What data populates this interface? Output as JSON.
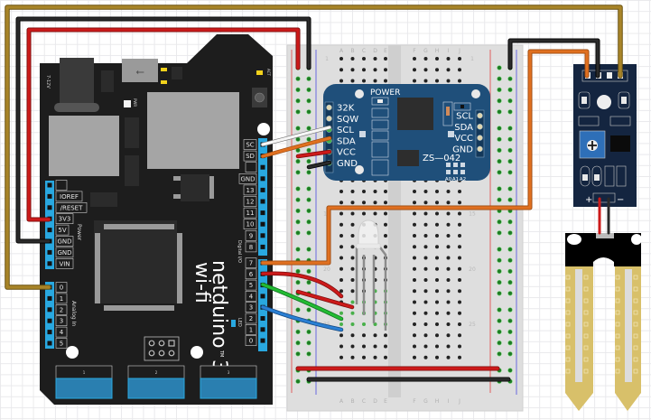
{
  "diagram": {
    "title": "Netduino 3 WiFi with DS3231 RTC, RGB LED and soil moisture sensor",
    "colors": {
      "board": "#1d1d1d",
      "header": "#29a8e0",
      "rtc_board": "#1f4f7a",
      "sensor_board": "#142540",
      "probe": "#d8c06a",
      "breadboard": "#dcdcdc",
      "wire_red": "#cc1a1a",
      "wire_black": "#1a1a1a",
      "wire_brown": "#a07c22",
      "wire_orange": "#e07020",
      "wire_white": "#f4f4f4",
      "wire_green": "#22bb33",
      "wire_blue": "#2a7fd4"
    }
  },
  "netduino": {
    "brand": "netduino",
    "model": "3",
    "tm": "TM",
    "subtitle": "wi-fi",
    "power_jack_label": "7-12V",
    "pwr_led_label": "PWR",
    "act_led_label": "ACT",
    "led_label": "LED",
    "power_group_label": "Power",
    "analog_group_label": "Analog In",
    "digital_group_label": "Digital I/O",
    "power_pins": [
      "",
      "IOREF",
      "/RESET",
      "3V3",
      "5V",
      "GND",
      "GND",
      "VIN"
    ],
    "analog_pins": [
      "0",
      "1",
      "2",
      "3",
      "4",
      "5"
    ],
    "digital_upper_pins": [
      "SC",
      "SD",
      "",
      "GND",
      "13",
      "12",
      "11",
      "10",
      "9",
      "8"
    ],
    "digital_lower_pins": [
      "7",
      "6",
      "5",
      "4",
      "3",
      "2",
      "1",
      "0"
    ],
    "gobus_ports": [
      "1",
      "2",
      "3"
    ]
  },
  "breadboard": {
    "columns_left": [
      "A",
      "B",
      "C",
      "D",
      "E"
    ],
    "columns_right": [
      "F",
      "G",
      "H",
      "I",
      "J"
    ],
    "row_markers": [
      "1",
      "5",
      "10",
      "15",
      "20",
      "25",
      "30"
    ],
    "rows": 30
  },
  "rtc_module": {
    "model": "ZS—042",
    "power_label": "POWER",
    "left_pins": [
      "32K",
      "SQW",
      "SCL",
      "SDA",
      "VCC",
      "GND"
    ],
    "right_pins": [
      "SCL",
      "SDA",
      "VCC",
      "GND"
    ],
    "address_pads": [
      "A0",
      "A1",
      "A2"
    ]
  },
  "moisture_sensor": {
    "plus_label": "+",
    "minus_label": "−"
  },
  "connections": [
    {
      "from": "Netduino 3V3",
      "to": "Breadboard left + rail",
      "color": "red"
    },
    {
      "from": "Netduino GND",
      "to": "Breadboard left − rail",
      "color": "black"
    },
    {
      "from": "Netduino A0",
      "to": "Sensor module AO",
      "color": "brown"
    },
    {
      "from": "Netduino SC",
      "to": "RTC SCL",
      "color": "white"
    },
    {
      "from": "Netduino SD",
      "to": "RTC SDA",
      "color": "orange"
    },
    {
      "from": "Breadboard + rail",
      "to": "RTC VCC",
      "color": "red"
    },
    {
      "from": "Breadboard − rail",
      "to": "RTC GND",
      "color": "black"
    },
    {
      "from": "Netduino D7",
      "to": "Sensor module DO",
      "color": "orange"
    },
    {
      "from": "Netduino D6",
      "to": "RGB LED red",
      "color": "red"
    },
    {
      "from": "Netduino D5",
      "to": "RGB LED green",
      "color": "green"
    },
    {
      "from": "Netduino D3",
      "to": "RGB LED blue",
      "color": "blue"
    },
    {
      "from": "Breadboard right − rail",
      "to": "Sensor module GND",
      "color": "black"
    },
    {
      "from": "Sensor module +",
      "to": "Probe",
      "color": "red"
    },
    {
      "from": "Sensor module −",
      "to": "Probe",
      "color": "black"
    }
  ]
}
